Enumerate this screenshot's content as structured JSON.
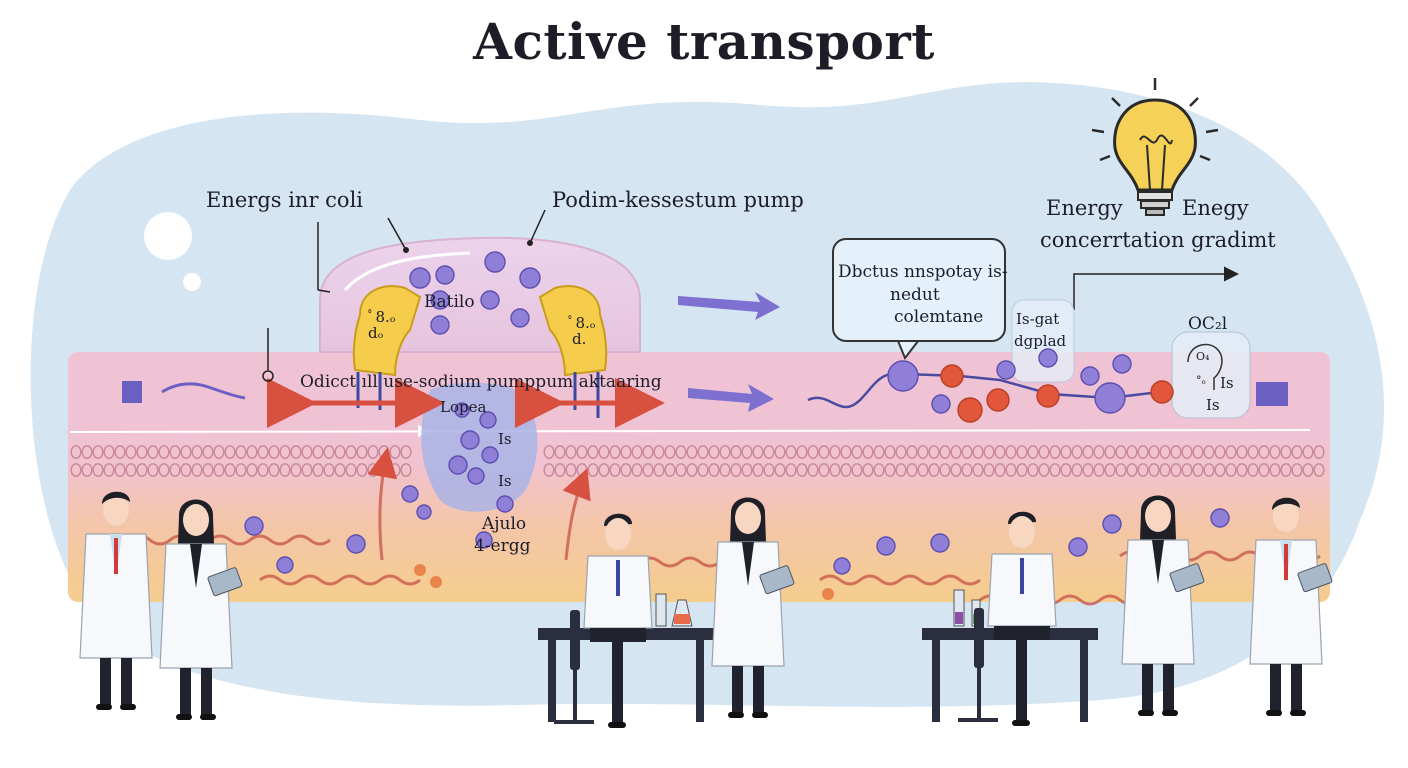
{
  "title": "Active transport",
  "labels": {
    "energy_in_cell": "Energs inr coli",
    "pump_name": "Podim-kessestum pump",
    "energy_left": "Energy",
    "energy_right": "Enegy",
    "gradient": "concerrtation gradimt",
    "bubble_line1": "Dbctus nnspotay is-",
    "bubble_line2": "nedut",
    "bubble_line3": "colemtane",
    "batilo": "Batilo",
    "pump_left_top": "ﾟ8.ₒ",
    "pump_left_bottom": "dₒ",
    "pump_right_top": "ﾟ8.ₒ",
    "pump_right_bottom": "d.",
    "membrane_line": "Odicct  ıll use-sodium pumppum  aktaaring",
    "lopea": "Lopea",
    "channel_is_1": "Is",
    "channel_is_2": "Is",
    "ajulo": "Ajulo",
    "ergg": "4-ergg",
    "isgat": "Is-gat",
    "dgplad": "dgplad",
    "ocal": "OC₂l",
    "ocal_is_1": "Is",
    "ocal_is_2": "Is",
    "ocal_small_1": "O₄",
    "ocal_small_2": "°ₒ"
  },
  "icons": {
    "bulb": "lightbulb-icon"
  },
  "colors": {
    "background_blob": "#d4e4f0",
    "membrane_top": "#f2c6d6",
    "membrane_mid": "#f4c8cc",
    "membrane_bottom": "#f4c98e",
    "pump_protein": "#f5cd4a",
    "molecule_purple": "#8f7fd6",
    "molecule_red": "#e2573a",
    "arrow_red": "#d85040",
    "arrow_purple": "#7d70d0",
    "bulb_yellow": "#f6d157"
  }
}
